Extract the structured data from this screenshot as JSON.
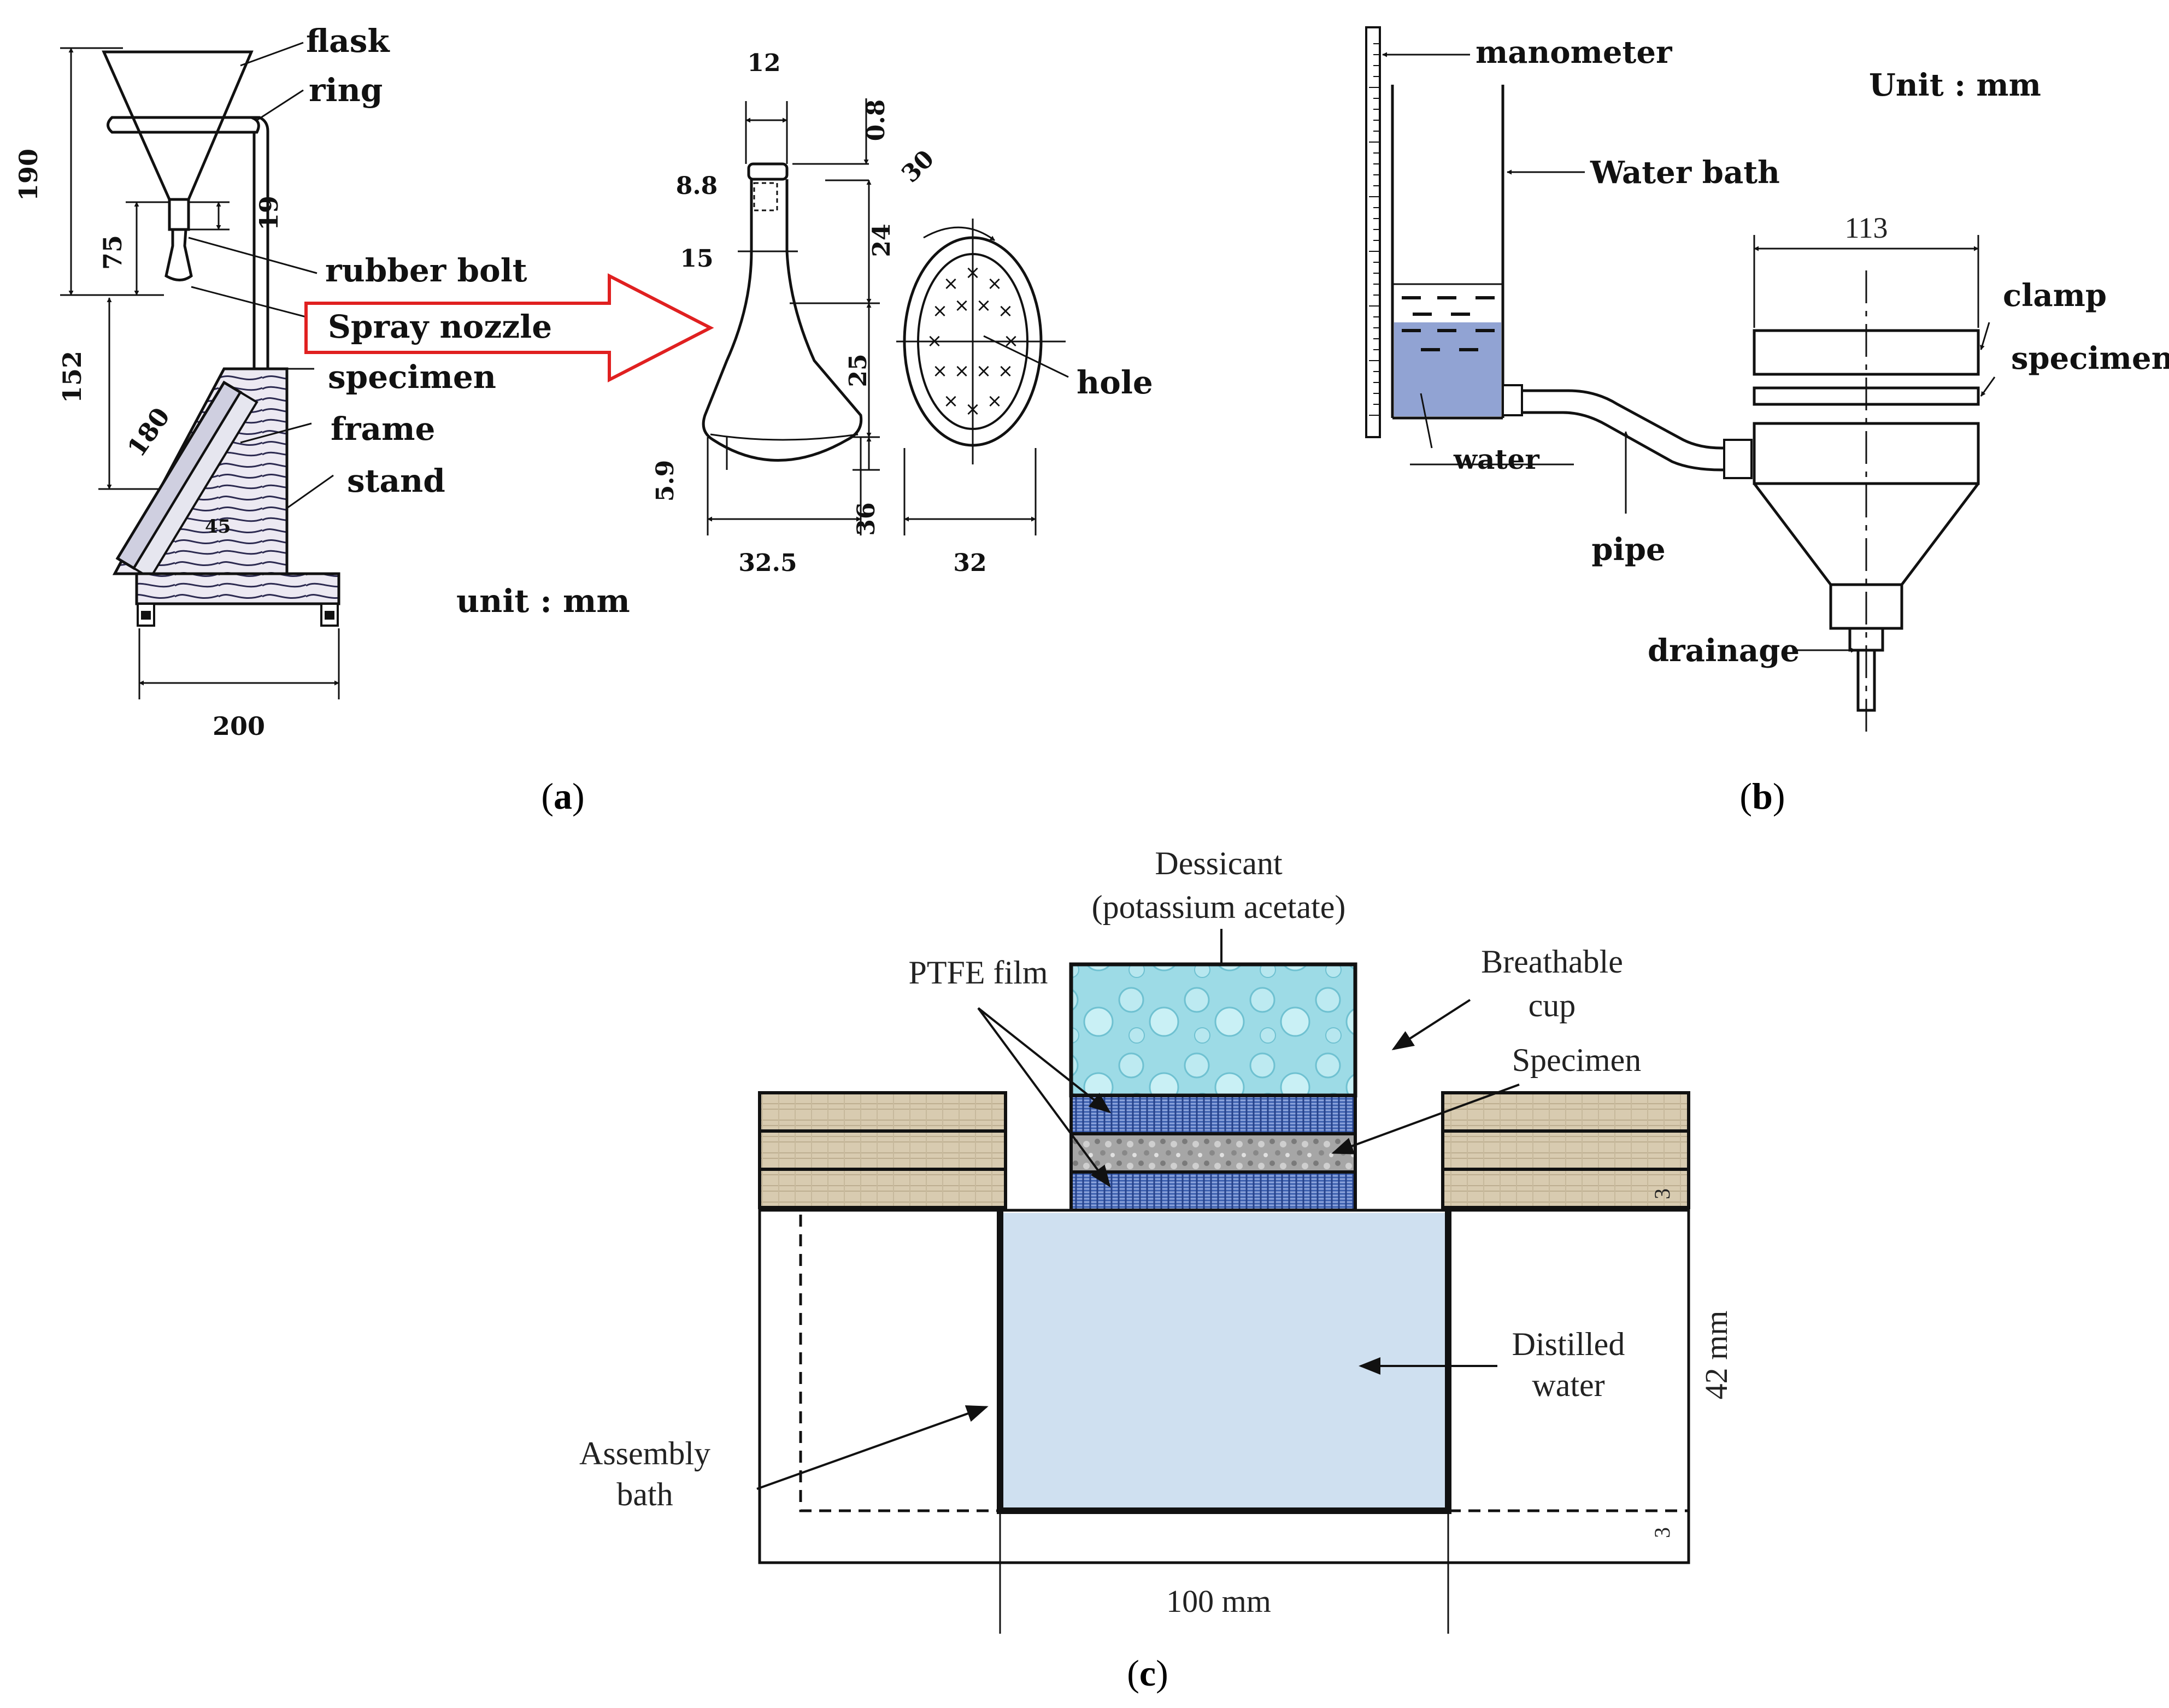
{
  "panel_a": {
    "caption": "a",
    "labels": {
      "flask": "flask",
      "ring": "ring",
      "rubber_bolt": "rubber bolt",
      "spray_nozzle": "Spray nozzle",
      "specimen": "specimen",
      "frame": "frame",
      "stand": "stand",
      "hole": "hole",
      "unit": "unit : mm",
      "angle": "45"
    },
    "dimensions": {
      "d190": "190",
      "d75": "75",
      "d19": "19",
      "d152": "152",
      "d180": "180",
      "d200": "200",
      "d12": "12",
      "d0_8": "0.8",
      "d8_8": "8.8",
      "d15": "15",
      "d24": "24",
      "d25": "25",
      "d5_9": "5.9",
      "d36": "36",
      "d32_5": "32.5",
      "d32": "32",
      "d30": "30"
    }
  },
  "panel_b": {
    "caption": "b",
    "labels": {
      "manometer": "manometer",
      "unit": "Unit : mm",
      "water_bath": "Water bath",
      "d113": "113",
      "clamp": "clamp",
      "specimen": "specimen",
      "water": "water",
      "pipe": "pipe",
      "drainage": "drainage"
    }
  },
  "panel_c": {
    "caption": "c",
    "labels": {
      "dessicant_1": "Dessicant",
      "dessicant_2": "(potassium acetate)",
      "ptfe": "PTFE film",
      "breathable_1": "Breathable",
      "breathable_2": "cup",
      "specimen": "Specimen",
      "distilled_1": "Distilled",
      "distilled_2": "water",
      "assembly_1": "Assembly",
      "assembly_2": "bath",
      "d42": "42 mm",
      "d100": "100 mm",
      "d3": "3"
    }
  },
  "colors": {
    "nozzle_arrow": "#e02020",
    "dessicant": "#9ddbe6",
    "ptfe_film": "#3b5fae",
    "specimen_layer": "#a6a6a6",
    "distilled_water": "#cfe0f0",
    "spacer": "#d8cbb0",
    "bath_water": "#6c84c4"
  }
}
